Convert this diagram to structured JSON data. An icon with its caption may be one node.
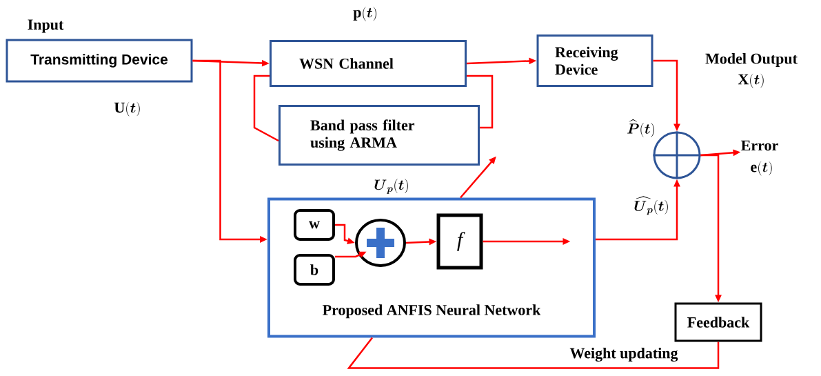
{
  "diagram": {
    "nodes": [
      {
        "text": [
          "Transmitting Device"
        ],
        "beside": [
          "Input"
        ]
      },
      {
        "text": [
          "WSN Channel"
        ]
      },
      {
        "text": [
          "Band pass filter using ARMA"
        ]
      },
      {
        "text": [
          "Receiving Device"
        ]
      },
      {
        "text": [],
        "shape": "circle"
      },
      {
        "text": [
          "Proposed ANFIS Neural Network"
        ]
      },
      {
        "text": [
          "w"
        ],
        "in": 5
      },
      {
        "text": [
          "b"
        ],
        "in": 5
      },
      {
        "text": [],
        "shape": "circle",
        "in": 5
      },
      {
        "text": [
          "f"
        ],
        "in": 5
      },
      {
        "text": [
          "Feedback"
        ]
      },
      {
        "text": [
          "Error"
        ]
      }
    ],
    "edges": [
      {
        "from": 0,
        "to": 1,
        "arrow": "to"
      },
      {
        "from": 0,
        "to": 5,
        "arrow": "to"
      },
      {
        "from": 1,
        "to": 2,
        "arrow": "none"
      },
      {
        "from": 2,
        "to": 1,
        "arrow": "none"
      },
      {
        "from": 1,
        "to": 3,
        "arrow": "to"
      },
      {
        "from": 3,
        "to": 4,
        "arrow": "to"
      },
      {
        "from": 5,
        "to": 4,
        "arrow": "to"
      },
      {
        "from": 4,
        "to": 11,
        "arrow": "to"
      },
      {
        "from": 4,
        "to": 10,
        "arrow": "to"
      },
      {
        "from": 10,
        "to": 5,
        "arrow": "none",
        "label": "Weight updating"
      },
      {
        "from": 5,
        "to": null,
        "arrow": "to"
      },
      {
        "from": 6,
        "to": 8,
        "arrow": "to"
      },
      {
        "from": 7,
        "to": 8,
        "arrow": "to"
      },
      {
        "from": 8,
        "to": 9,
        "arrow": "to"
      },
      {
        "from": 9,
        "to": null,
        "arrow": "to"
      }
    ],
    "labels": [
      "\\mathbf{p}(\\boldsymbol{t})",
      "\\mathbf{U}(\\boldsymbol{t})",
      "\\boldsymbol{U}_{\\boldsymbol{p}}(\\boldsymbol{t})",
      "Model Output",
      "\\mathbf{X}(\\boldsymbol{t})",
      "\\widehat{\\boldsymbol{P}}(\\boldsymbol{t})",
      "\\mathbf{e}(\\boldsymbol{t})",
      "\\widehat{\\boldsymbol{U}_{\\boldsymbol{p}}}(\\boldsymbol{t})"
    ]
  }
}
